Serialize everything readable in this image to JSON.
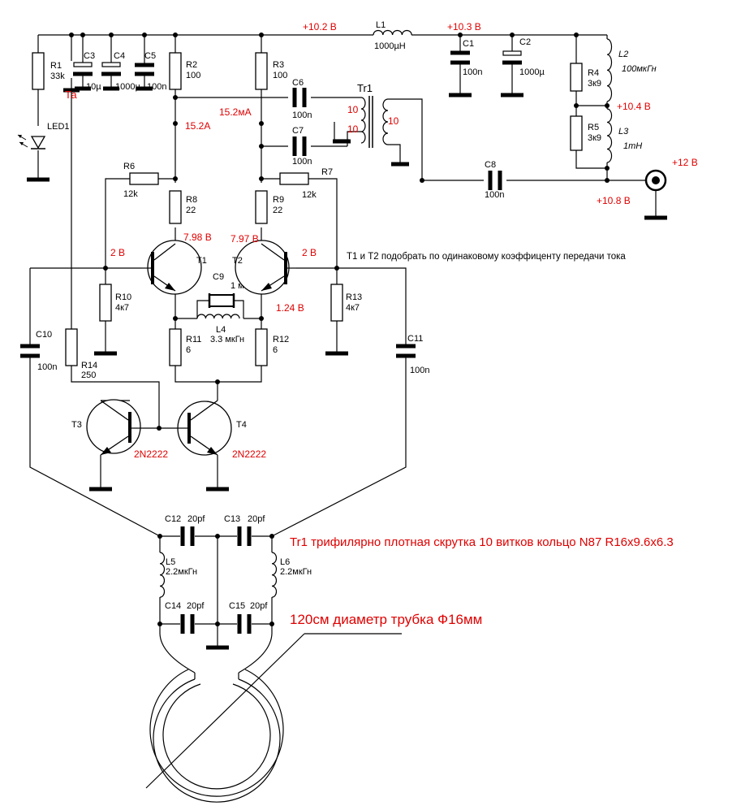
{
  "components": {
    "R1": {
      "ref": "R1",
      "value": "33k"
    },
    "R2": {
      "ref": "R2",
      "value": "100"
    },
    "R3": {
      "ref": "R3",
      "value": "100"
    },
    "R4": {
      "ref": "R4",
      "value": "3к9"
    },
    "R5": {
      "ref": "R5",
      "value": "3к9"
    },
    "R6": {
      "ref": "R6",
      "value": "12k"
    },
    "R7": {
      "ref": "R7",
      "value": "12k"
    },
    "R8": {
      "ref": "R8",
      "value": "22"
    },
    "R9": {
      "ref": "R9",
      "value": "22"
    },
    "R10": {
      "ref": "R10",
      "value": "4к7"
    },
    "R11": {
      "ref": "R11",
      "value": "6"
    },
    "R12": {
      "ref": "R12",
      "value": "6"
    },
    "R13": {
      "ref": "R13",
      "value": "4к7"
    },
    "R14": {
      "ref": "R14",
      "value": "250"
    },
    "C1": {
      "ref": "C1",
      "value": "100n"
    },
    "C2": {
      "ref": "C2",
      "value": "1000µ"
    },
    "C3": {
      "ref": "C3",
      "value": "10µ"
    },
    "C4": {
      "ref": "C4",
      "value": "1000µ"
    },
    "C5": {
      "ref": "C5",
      "value": "100n"
    },
    "C6": {
      "ref": "C6",
      "value": "100n"
    },
    "C7": {
      "ref": "C7",
      "value": "100n"
    },
    "C8": {
      "ref": "C8",
      "value": "100n"
    },
    "C9": {
      "ref": "C9",
      "value": "1 мкФ"
    },
    "C10": {
      "ref": "C10",
      "value": "100n"
    },
    "C11": {
      "ref": "C11",
      "value": "100n"
    },
    "C12": {
      "ref": "C12",
      "value": "20pf"
    },
    "C13": {
      "ref": "C13",
      "value": "20pf"
    },
    "C14": {
      "ref": "C14",
      "value": "20pf"
    },
    "C15": {
      "ref": "C15",
      "value": "20pf"
    },
    "L1": {
      "ref": "L1",
      "value": "1000µH"
    },
    "L2": {
      "ref": "L2",
      "value": "100мкГн"
    },
    "L3": {
      "ref": "L3",
      "value": "1mH"
    },
    "L4": {
      "ref": "L4",
      "value": "3.3 мкГн"
    },
    "L5": {
      "ref": "L5",
      "value": "2.2мкГн"
    },
    "L6": {
      "ref": "L6",
      "value": "2.2мкГн"
    },
    "T1": {
      "ref": "T1"
    },
    "T2": {
      "ref": "T2"
    },
    "T3": {
      "ref": "T3",
      "value": "2N2222"
    },
    "T4": {
      "ref": "T4",
      "value": "2N2222"
    },
    "LED1": {
      "ref": "LED1"
    },
    "Tr1": {
      "ref": "Tr1",
      "w1": "10",
      "w2": "10",
      "w3": "10"
    }
  },
  "annotations": {
    "v_10_2": "+10.2 В",
    "v_10_3": "+10.3 В",
    "v_10_4": "+10.4 В",
    "v_10_8": "+10.8 В",
    "v_12": "+12 В",
    "i_15_2A": "15.2A",
    "i_15_2mA": "15.2мА",
    "v_7_98": "7.98 В",
    "v_7_97": "7.97 В",
    "v_2_left": "2 В",
    "v_2_right": "2 В",
    "v_1_24": "1.24 В",
    "ta": "Та"
  },
  "notes": {
    "matching": "T1 и T2 подобрать по одинаковому коэффиценту передачи тока",
    "transformer": "Tr1 трифилярно плотная скрутка 10 витков кольцо N87 R16x9.6x6.3",
    "loop": "120см диаметр трубка Ф16мм"
  }
}
